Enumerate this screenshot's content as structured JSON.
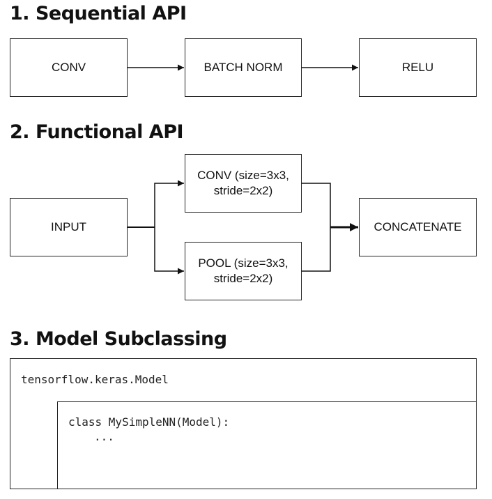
{
  "sections": {
    "sequential": {
      "title": "1. Sequential API",
      "nodes": [
        "CONV",
        "BATCH NORM",
        "RELU"
      ]
    },
    "functional": {
      "title": "2. Functional API",
      "input": "INPUT",
      "conv_line1": "CONV (size=3x3,",
      "conv_line2": "stride=2x2)",
      "pool_line1": "POOL (size=3x3,",
      "pool_line2": "stride=2x2)",
      "concat": "CONCATENATE"
    },
    "subclassing": {
      "title": "3. Model Subclassing",
      "outer_label": "tensorflow.keras.Model",
      "inner_line1": "class MySimpleNN(Model):",
      "inner_line2": "..."
    }
  }
}
